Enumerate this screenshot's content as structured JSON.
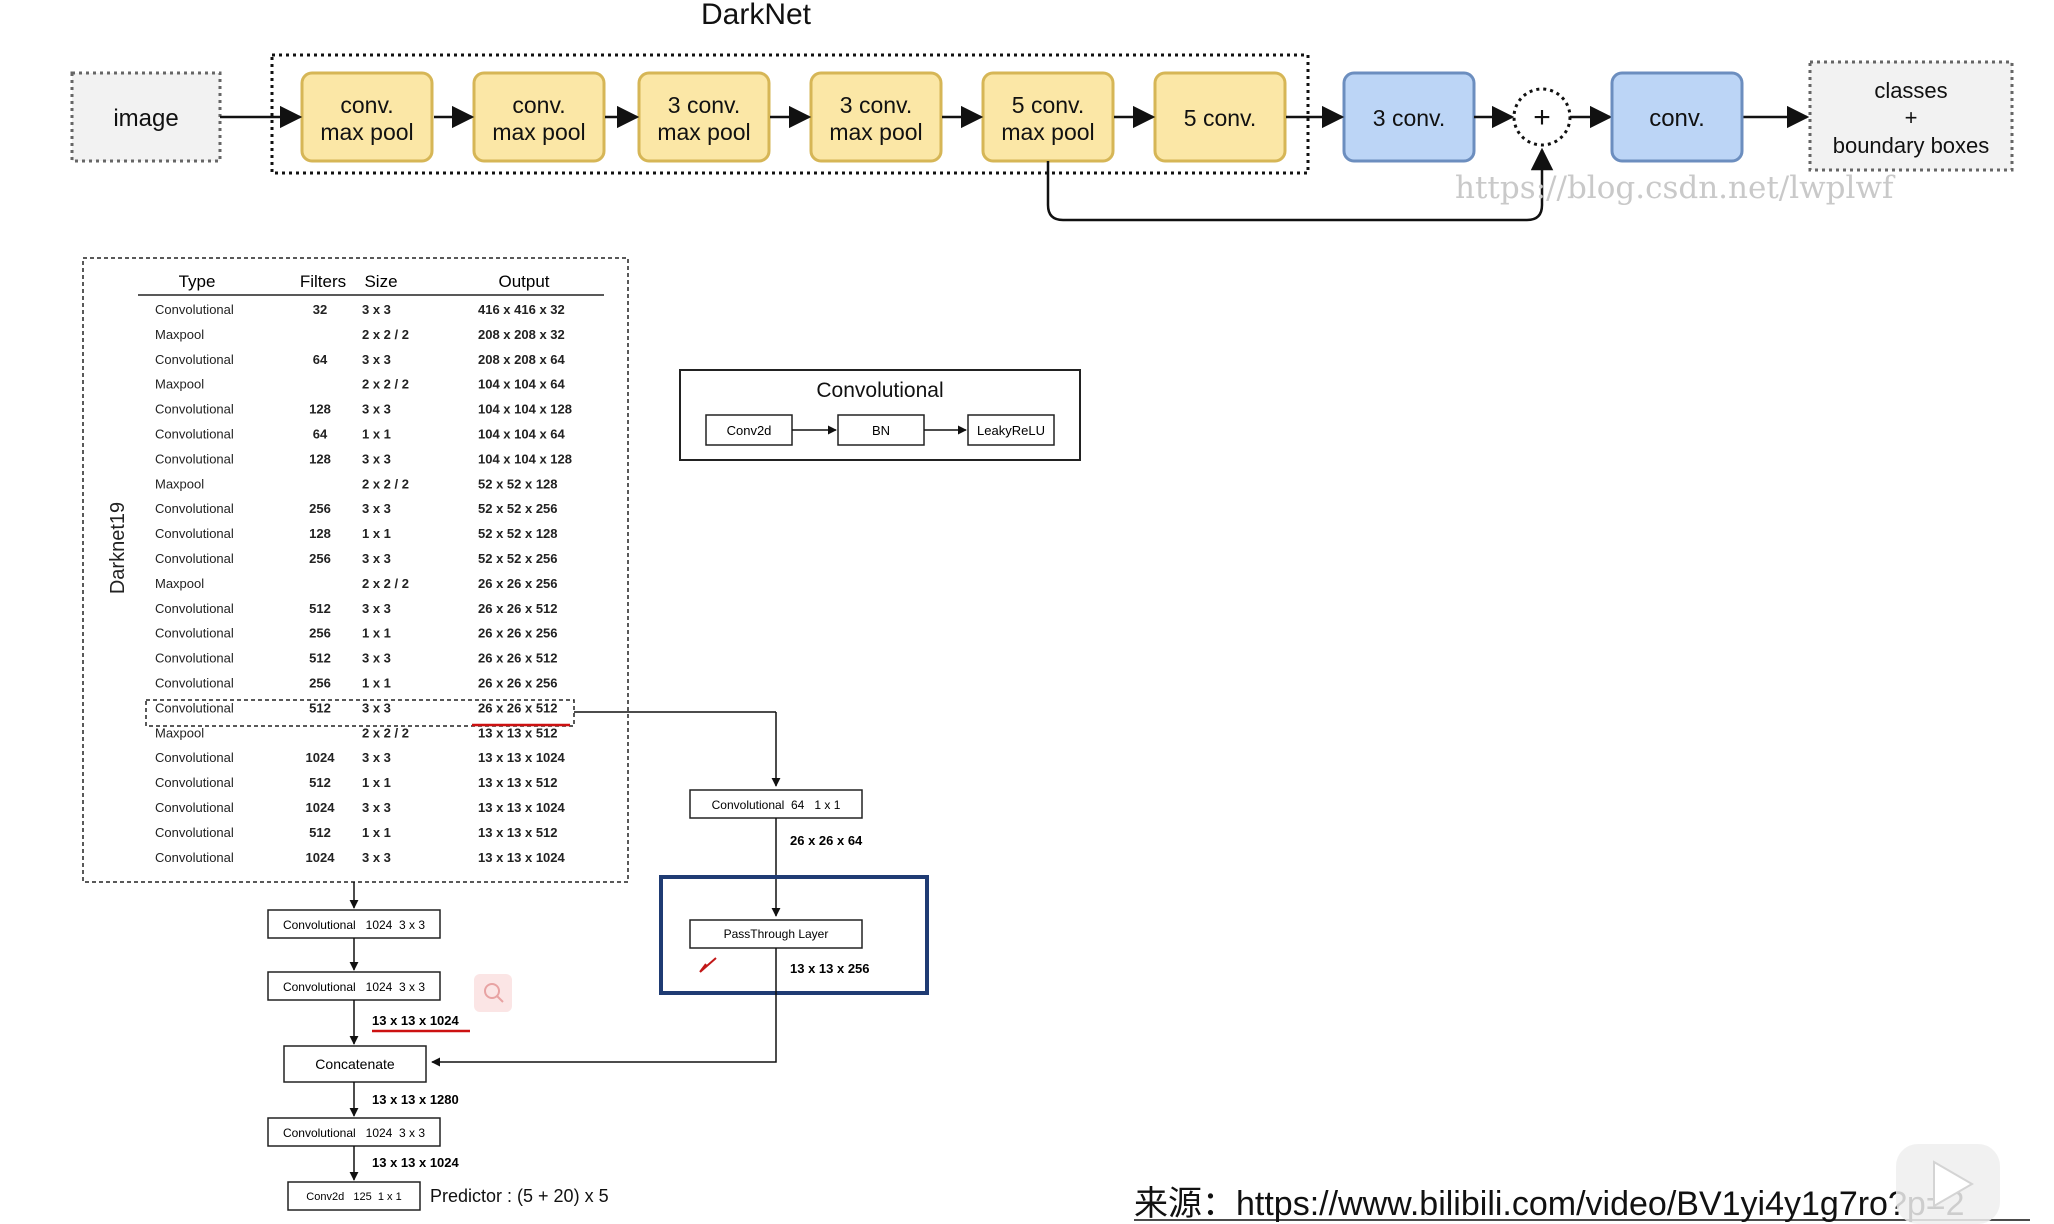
{
  "title": "DarkNet",
  "pipeline": {
    "input": "image",
    "blocks": [
      {
        "lines": [
          "conv.",
          "max pool"
        ],
        "color": "#fbe7a6"
      },
      {
        "lines": [
          "conv.",
          "max pool"
        ],
        "color": "#fbe7a6"
      },
      {
        "lines": [
          "3 conv.",
          "max pool"
        ],
        "color": "#fbe7a6"
      },
      {
        "lines": [
          "3 conv.",
          "max pool"
        ],
        "color": "#fbe7a6"
      },
      {
        "lines": [
          "5 conv.",
          "max pool"
        ],
        "color": "#fbe7a6"
      },
      {
        "lines": [
          "5 conv."
        ],
        "color": "#fbe7a6"
      },
      {
        "lines": [
          "3 conv."
        ],
        "color": "#bcd5f6"
      }
    ],
    "merge": "+",
    "final_conv": "conv.",
    "output_lines": [
      "classes",
      "+",
      "boundary boxes"
    ]
  },
  "watermark": "https://blog.csdn.net/lwplwf",
  "darknet_table": {
    "side_label": "Darknet19",
    "headers": [
      "Type",
      "Filters",
      "Size",
      "Output"
    ],
    "rows": [
      [
        "Convolutional",
        "32",
        "3 x 3",
        "416 x 416 x 32"
      ],
      [
        "Maxpool",
        "",
        "2 x 2 / 2",
        "208 x 208 x 32"
      ],
      [
        "Convolutional",
        "64",
        "3 x 3",
        "208 x 208 x 64"
      ],
      [
        "Maxpool",
        "",
        "2 x 2 / 2",
        "104 x 104 x 64"
      ],
      [
        "Convolutional",
        "128",
        "3 x 3",
        "104 x 104 x 128"
      ],
      [
        "Convolutional",
        "64",
        "1 x 1",
        "104 x 104 x 64"
      ],
      [
        "Convolutional",
        "128",
        "3 x 3",
        "104 x 104 x 128"
      ],
      [
        "Maxpool",
        "",
        "2 x 2 / 2",
        "52 x 52 x 128"
      ],
      [
        "Convolutional",
        "256",
        "3 x 3",
        "52 x 52 x 256"
      ],
      [
        "Convolutional",
        "128",
        "1 x 1",
        "52 x 52 x 128"
      ],
      [
        "Convolutional",
        "256",
        "3 x 3",
        "52 x 52 x 256"
      ],
      [
        "Maxpool",
        "",
        "2 x 2 / 2",
        "26 x 26 x 256"
      ],
      [
        "Convolutional",
        "512",
        "3 x 3",
        "26 x 26 x 512"
      ],
      [
        "Convolutional",
        "256",
        "1 x 1",
        "26 x 26 x 256"
      ],
      [
        "Convolutional",
        "512",
        "3 x 3",
        "26 x 26 x 512"
      ],
      [
        "Convolutional",
        "256",
        "1 x 1",
        "26 x 26 x 256"
      ],
      [
        "Convolutional",
        "512",
        "3 x 3",
        "26 x 26 x 512"
      ],
      [
        "Maxpool",
        "",
        "2 x 2 / 2",
        "13 x 13 x 512"
      ],
      [
        "Convolutional",
        "1024",
        "3 x 3",
        "13 x 13 x 1024"
      ],
      [
        "Convolutional",
        "512",
        "1 x 1",
        "13 x 13 x 512"
      ],
      [
        "Convolutional",
        "1024",
        "3 x 3",
        "13 x 13 x 1024"
      ],
      [
        "Convolutional",
        "512",
        "1 x 1",
        "13 x 13 x 512"
      ],
      [
        "Convolutional",
        "1024",
        "3 x 3",
        "13 x 13 x 1024"
      ]
    ],
    "highlighted_row": 16
  },
  "conv_module": {
    "title": "Convolutional",
    "steps": [
      "Conv2d",
      "BN",
      "LeakyReLU"
    ]
  },
  "head": {
    "conv_a": "Convolutional   1024  3 x 3",
    "conv_b": "Convolutional   1024  3 x 3",
    "shape_a": "13 x 13 x 1024",
    "concat": "Concatenate",
    "shape_concat": "13 x 13 x 1280",
    "conv_c": "Convolutional   1024  3 x 3",
    "shape_c": "13 x 13 x 1024",
    "final": "Conv2d   125  1 x 1",
    "predictor": "Predictor : (5 + 20) x 5"
  },
  "passthrough": {
    "conv": "Convolutional  64   1 x 1",
    "conv_shape": "26 x 26 x 64",
    "layer": "PassThrough Layer",
    "layer_shape": "13 x 13 x 256"
  },
  "source_caption": "来源：https://www.bilibili.com/video/BV1yi4y1g7ro?p=2",
  "colors": {
    "yellow_fill": "#fbe7a6",
    "yellow_stroke": "#d6b656",
    "blue_fill": "#bcd5f6",
    "blue_stroke": "#6c8ebf",
    "highlight_box": "#1f3b73",
    "underline": "#cc1111"
  }
}
